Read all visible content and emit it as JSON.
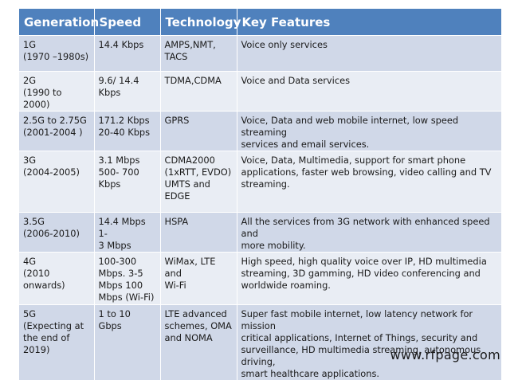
{
  "headers": [
    "Generation",
    "Speed",
    "Technology",
    "Key Features"
  ],
  "rows": [
    {
      "generation": [
        "1G",
        "(1970 –1980s)"
      ],
      "speed": [
        "14.4 Kbps"
      ],
      "technology": [
        "AMPS,NMT,",
        "TACS"
      ],
      "features": [
        "Voice only services"
      ]
    },
    {
      "generation": [
        "2G",
        "(1990 to 2000)"
      ],
      "speed": [
        "9.6/ 14.4",
        "Kbps"
      ],
      "technology": [
        "TDMA,CDMA"
      ],
      "features": [
        "Voice and Data services"
      ]
    },
    {
      "generation": [
        "2.5G to 2.75G",
        "(2001-2004 )"
      ],
      "speed": [
        "171.2 Kbps",
        "20-40 Kbps"
      ],
      "technology": [
        "GPRS"
      ],
      "features": [
        "Voice, Data and web mobile internet, low speed streaming",
        "services and email services."
      ]
    },
    {
      "generation": [
        "3G",
        "(2004-2005)"
      ],
      "speed": [
        "3.1 Mbps",
        "500- 700",
        "Kbps"
      ],
      "technology": [
        "CDMA2000",
        "(1xRTT, EVDO)",
        "UMTS and",
        "EDGE"
      ],
      "features": [
        "Voice, Data, Multimedia, support for smart phone",
        "applications, faster web browsing, video calling and TV",
        "streaming."
      ]
    },
    {
      "generation": [
        "3.5G",
        "(2006-2010)"
      ],
      "speed": [
        "14.4 Mbps 1-",
        "3 Mbps"
      ],
      "technology": [
        "HSPA"
      ],
      "features": [
        "All the services from 3G network with enhanced speed and",
        "more mobility."
      ]
    },
    {
      "generation": [
        "4G",
        "(2010",
        "onwards)"
      ],
      "speed": [
        "100-300",
        "Mbps. 3-5",
        "Mbps 100",
        "Mbps (Wi-Fi)"
      ],
      "technology": [
        "WiMax, LTE and",
        "Wi-Fi"
      ],
      "features": [
        "High speed, high quality voice over IP, HD multimedia",
        "streaming, 3D gamming, HD video conferencing and",
        "worldwide roaming."
      ]
    },
    {
      "generation": [
        "5G",
        "(Expecting at",
        "the end of",
        "2019)"
      ],
      "speed": [
        "1 to 10 Gbps"
      ],
      "technology": [
        "LTE advanced",
        "schemes, OMA",
        "and NOMA"
      ],
      "features": [
        "Super fast mobile internet, low latency network for mission",
        "critical applications, Internet of Things, security and",
        "surveillance, HD multimedia streaming, autonomous driving,",
        "smart healthcare applications."
      ]
    }
  ],
  "footer": "www.rfpage.com",
  "colors": {
    "header_bg": "#4f81bd",
    "row_odd": "#d0d8e8",
    "row_even": "#e9edf4"
  }
}
